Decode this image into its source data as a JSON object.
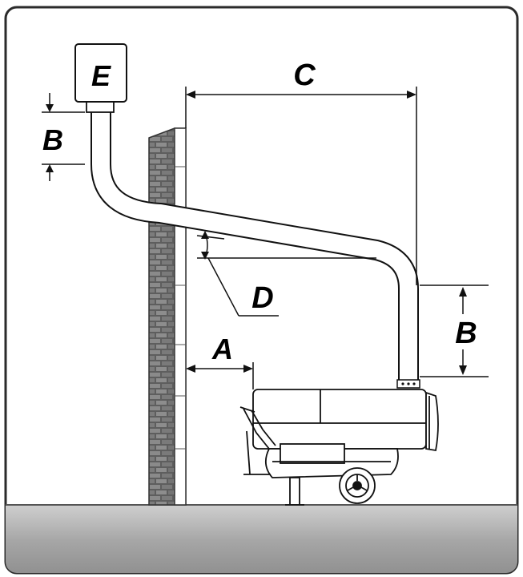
{
  "labels": {
    "a": "A",
    "b_left": "B",
    "b_right": "B",
    "c": "C",
    "d": "D",
    "e": "E"
  },
  "colors": {
    "frame": "#2b2b2b",
    "ground": "#a9a9a9",
    "brick": "#6b6b6b",
    "line": "#111111"
  }
}
